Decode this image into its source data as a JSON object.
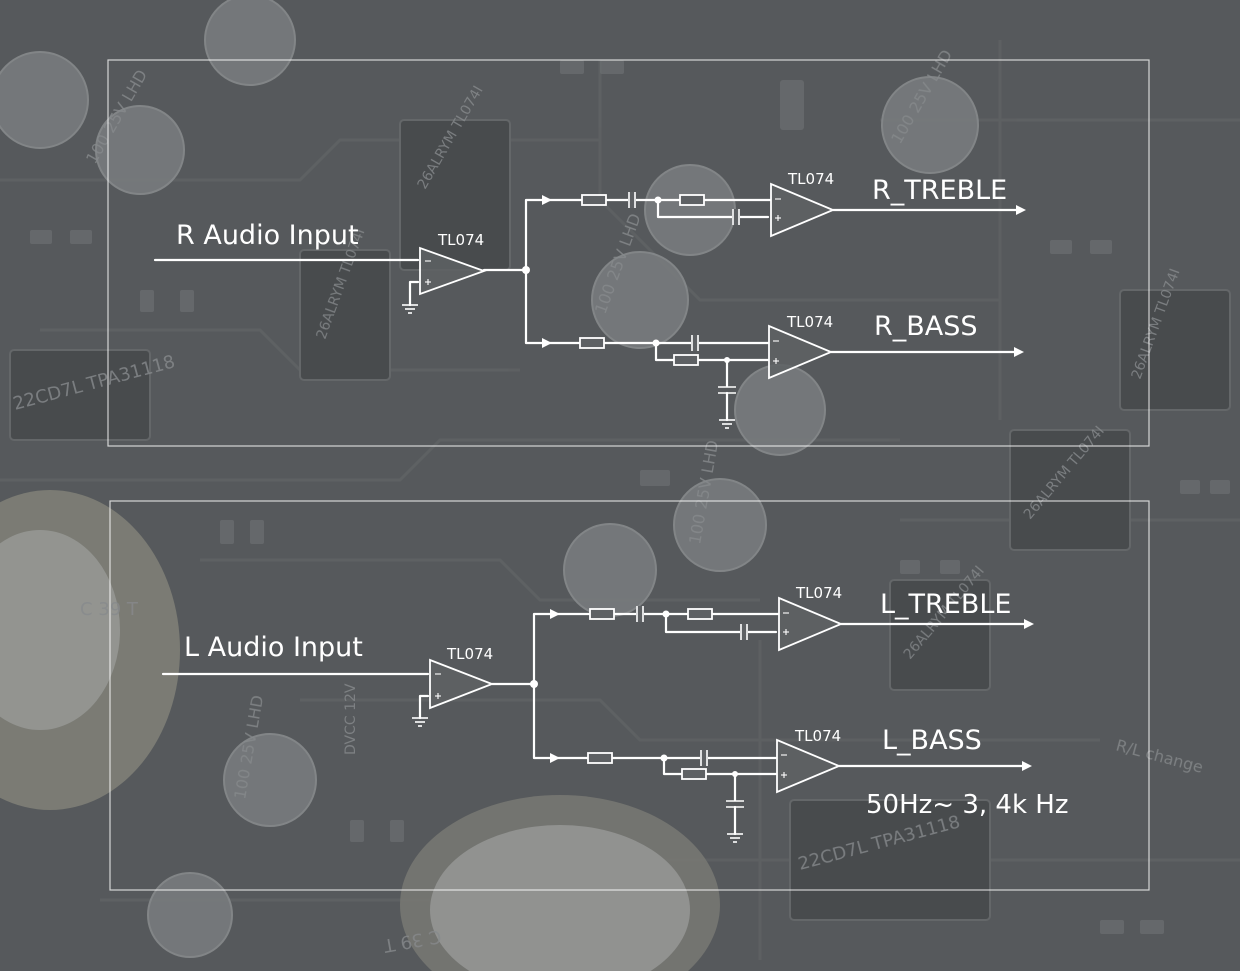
{
  "colors": {
    "background": "#5e6164",
    "board_dark": "#4b4e51",
    "component_light": "#8d9093",
    "line": "#ffffff"
  },
  "right_channel": {
    "input_label": "R Audio Input",
    "buffer_chip": "TL074",
    "treble": {
      "chip": "TL074",
      "output_label": "R_TREBLE"
    },
    "bass": {
      "chip": "TL074",
      "output_label": "R_BASS"
    }
  },
  "left_channel": {
    "input_label": "L Audio Input",
    "buffer_chip": "TL074",
    "treble": {
      "chip": "TL074",
      "output_label": "L_TREBLE"
    },
    "bass": {
      "chip": "TL074",
      "output_label": "L_BASS"
    }
  },
  "frequency_range": "50Hz~ 3, 4k Hz",
  "board_markings": {
    "capacitor_voltage": "100 25V LHD",
    "chip_marking_a": "26ALRYM TL074I",
    "chip_marking_b": "22CD7L TPA31118",
    "big_cap": "C 39 T",
    "vcc": "DVCC 12V",
    "rl_change": "R/L change"
  }
}
